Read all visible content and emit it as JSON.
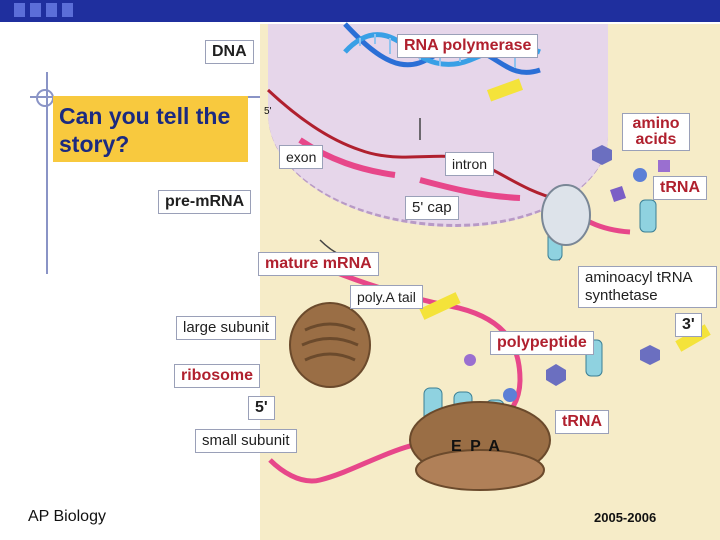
{
  "labels": {
    "dna": "DNA",
    "rna_polymerase": "RNA polymerase",
    "prompt": "Can you tell the story?",
    "exon": "exon",
    "intron": "intron",
    "amino_acids": "amino acids",
    "pre_mrna": "pre-mRNA",
    "five_cap": "5' cap",
    "trna_top": "tRNA",
    "mature_mrna": "mature mRNA",
    "aminoacyl": "aminoacyl tRNA synthetase",
    "polya_tail": "poly.A tail",
    "large_subunit": "large subunit",
    "three_prime": "3'",
    "polypeptide": "polypeptide",
    "ribosome": "ribosome",
    "five_prime": "5'",
    "trna_bottom": "tRNA",
    "small_subunit": "small subunit",
    "site_e": "E",
    "site_p": "P",
    "site_a": "A",
    "five_top": "5'"
  },
  "footer": {
    "course": "AP Biology",
    "year": "2005-2006"
  },
  "colors": {
    "topbar": "#1f2f9e",
    "prompt_bg": "#f8c93e",
    "prompt_text": "#1b2a80",
    "red_label": "#b0202e",
    "background": "#f6ecc8"
  }
}
